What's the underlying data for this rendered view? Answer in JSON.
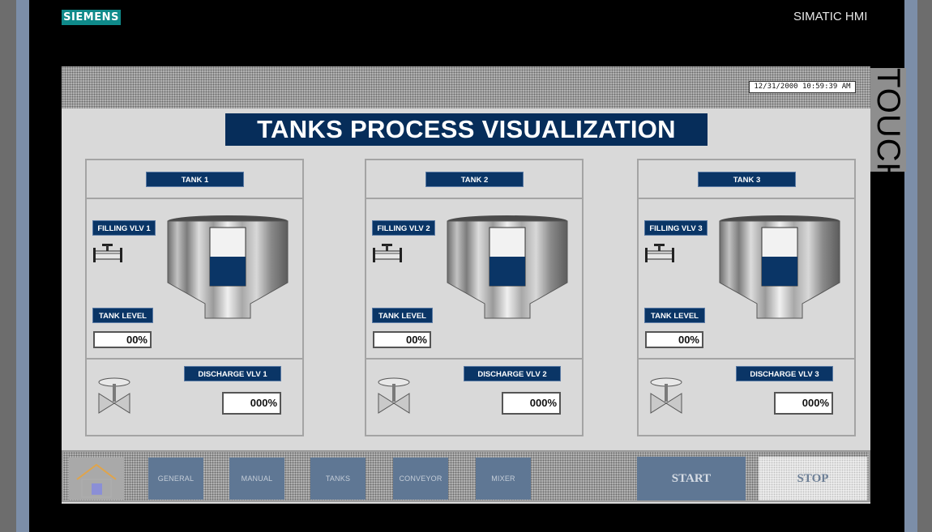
{
  "device": {
    "brand": "SIEMENS",
    "model": "SIMATIC HMI",
    "side_label": "TOUCH"
  },
  "screen": {
    "datetime": "12/31/2000 10:59:39 AM",
    "title": "TANKS PROCESS VISUALIZATION"
  },
  "tanks": [
    {
      "title": "TANK 1",
      "filling_label": "FILLING VLV 1",
      "level_label": "TANK LEVEL",
      "level_value": "00%",
      "discharge_label": "DISCHARGE VLV 1",
      "discharge_value": "000%",
      "fill_fraction": 0.5
    },
    {
      "title": "TANK 2",
      "filling_label": "FILLING VLV 2",
      "level_label": "TANK LEVEL",
      "level_value": "00%",
      "discharge_label": "DISCHARGE VLV 2",
      "discharge_value": "000%",
      "fill_fraction": 0.5
    },
    {
      "title": "TANK 3",
      "filling_label": "FILLING VLV 3",
      "level_label": "TANK LEVEL",
      "level_value": "00%",
      "discharge_label": "DISCHARGE VLV 3",
      "discharge_value": "000%",
      "fill_fraction": 0.5
    }
  ],
  "nav": {
    "home_icon": "home-icon",
    "buttons": [
      "GENERAL",
      "MANUAL",
      "TANKS",
      "CONVEYOR",
      "MIXER"
    ],
    "start": "START",
    "stop": "STOP"
  },
  "colors": {
    "label_navy": "#0a3566",
    "title_navy": "#062d5a",
    "nav_button": "#5f7794",
    "brand_teal": "#0f8a8a"
  }
}
